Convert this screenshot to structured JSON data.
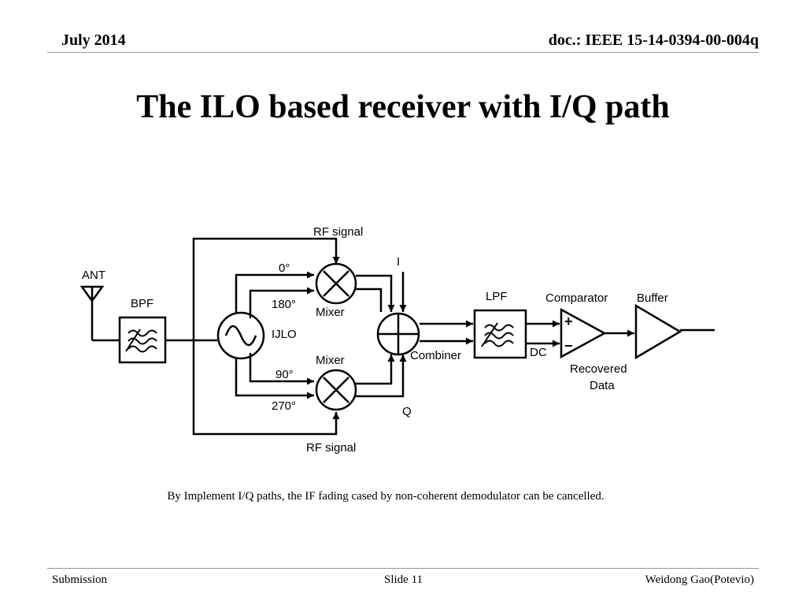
{
  "header": {
    "date": "July  2014",
    "doc_id": "doc.: IEEE 15-14-0394-00-004q"
  },
  "slide": {
    "title": "The ILO based receiver with I/Q path"
  },
  "diagram": {
    "labels": {
      "rf_signal_top": "RF signal",
      "rf_signal_bottom": "RF signal",
      "ant": "ANT",
      "bpf": "BPF",
      "ijlo": "IJLO",
      "mixer_top": "Mixer",
      "mixer_bottom": "Mixer",
      "phase_0": "0°",
      "phase_180": "180°",
      "phase_90": "90°",
      "phase_270": "270°",
      "i_path": "I",
      "q_path": "Q",
      "combiner": "Combiner",
      "lpf": "LPF",
      "dc": "DC",
      "comparator": "Comparator",
      "buffer": "Buffer",
      "recovered_line1": "Recovered",
      "recovered_line2": "Data",
      "comp_plus": "+",
      "comp_minus": "−"
    }
  },
  "caption": "By Implement I/Q paths, the IF fading cased by non-coherent demodulator can be cancelled.",
  "footer": {
    "left": "Submission",
    "center": "Slide 11",
    "right": "Weidong Gao(Potevio)"
  }
}
